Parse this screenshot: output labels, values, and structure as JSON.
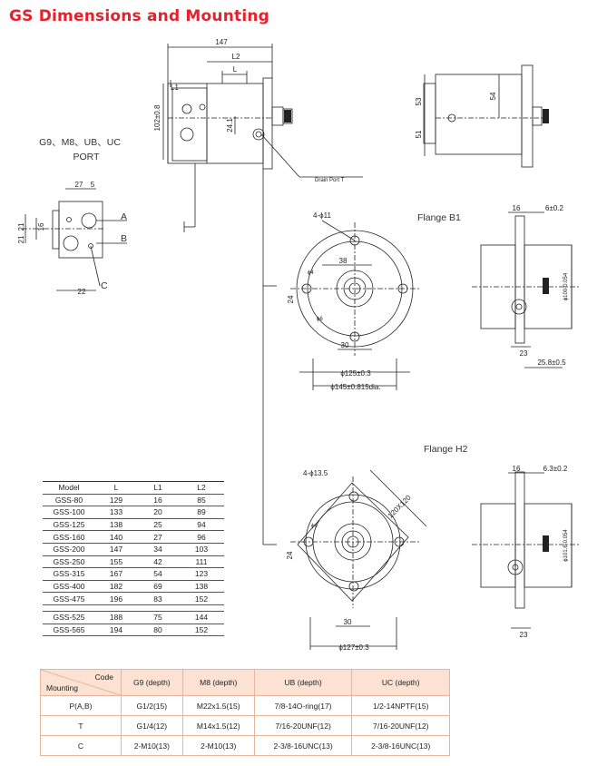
{
  "title": "GS Dimensions and Mounting",
  "drawing_labels": {
    "port_heading": "G9、M8、UB、UC",
    "port_heading_2": "PORT",
    "port_a": "A",
    "port_b": "B",
    "port_c": "C",
    "drain_port": "Drain Port T",
    "flange_b1": "Flange B1",
    "flange_h2": "Flange H2"
  },
  "dimensions": {
    "d147": "147",
    "dL2": "L2",
    "dL": "L",
    "dL1": "L1",
    "d102": "102±0.8",
    "d24a": "24.1",
    "d27": "27",
    "d5": "5",
    "d21a": "21",
    "d21b": "21",
    "d16": "16",
    "d22": "22",
    "d53": "53",
    "d54": "54",
    "d51": "51",
    "b1_holes": "4-ϕ11",
    "b1_38": "38",
    "b1_phi4": "ϕ4",
    "b1_phi6": "ϕ6",
    "b1_24": "24",
    "b1_30": "30",
    "b1_125": "ϕ125±0.3",
    "b1_145": "ϕ145±0.815dia.",
    "b1s_16": "16",
    "b1s_6": "6±0.2",
    "b1s_100": "ϕ100-0.054",
    "b1s_23": "23",
    "b1s_25": "25.8±0.5",
    "h2_holes": "4-ϕ13.5",
    "h2_120": "120X120",
    "h2_phi4": "ϕ4",
    "h2_24": "24",
    "h2_30": "30",
    "h2_127": "ϕ127±0.3",
    "h2s_16": "16",
    "h2s_6": "6.3±0.2",
    "h2s_101": "ϕ101.6-0.054",
    "h2s_23": "23"
  },
  "model_table": {
    "headers": [
      "Model",
      "L",
      "L1",
      "L2"
    ],
    "rows": [
      [
        "GSS-80",
        "129",
        "16",
        "85"
      ],
      [
        "GSS-100",
        "133",
        "20",
        "89"
      ],
      [
        "GSS-125",
        "138",
        "25",
        "94"
      ],
      [
        "GSS-160",
        "140",
        "27",
        "96"
      ],
      [
        "GSS-200",
        "147",
        "34",
        "103"
      ],
      [
        "GSS-250",
        "155",
        "42",
        "111"
      ],
      [
        "GSS-315",
        "167",
        "54",
        "123"
      ],
      [
        "GSS-400",
        "182",
        "69",
        "138"
      ],
      [
        "GSS-475",
        "196",
        "83",
        "152"
      ],
      [
        "GSS-525",
        "188",
        "75",
        "144"
      ],
      [
        "GSS-565",
        "194",
        "80",
        "152"
      ]
    ]
  },
  "code_table": {
    "corner_code": "Code",
    "corner_mounting": "Mounting",
    "headers": [
      "G9 (depth)",
      "M8 (depth)",
      "UB (depth)",
      "UC (depth)"
    ],
    "rows": [
      [
        "P(A,B)",
        "G1/2(15)",
        "M22x1.5(15)",
        "7/8-14O-ring(17)",
        "1/2-14NPTF(15)"
      ],
      [
        "T",
        "G1/4(12)",
        "M14x1.5(12)",
        "7/16-20UNF(12)",
        "7/16-20UNF(12)"
      ],
      [
        "C",
        "2-M10(13)",
        "2-M10(13)",
        "2-3/8-16UNC(13)",
        "2-3/8-16UNC(13)"
      ]
    ]
  }
}
